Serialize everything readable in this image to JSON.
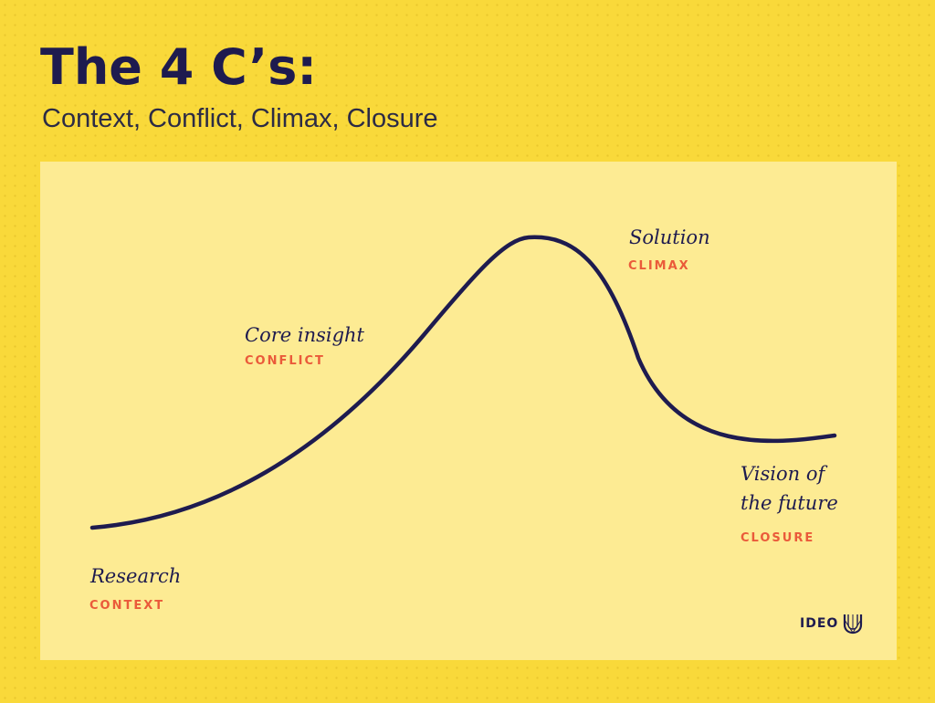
{
  "header": {
    "title": "The 4 C’s:",
    "subtitle": "Context, Conflict, Climax, Closure"
  },
  "stages": [
    {
      "name": "Research",
      "tag": "CONTEXT"
    },
    {
      "name": "Core insight",
      "tag": "CONFLICT"
    },
    {
      "name": "Solution",
      "tag": "CLIMAX"
    },
    {
      "name_line1": "Vision of",
      "name_line2": "the future",
      "tag": "CLOSURE"
    }
  ],
  "brand": {
    "name": "IDEO",
    "icon": "ideo-u-logo-icon"
  },
  "colors": {
    "background": "#f9d93a",
    "panel": "#fdeb93",
    "curve": "#1e1b4f",
    "text": "#1e1b4f",
    "accent": "#ea5a3a"
  }
}
